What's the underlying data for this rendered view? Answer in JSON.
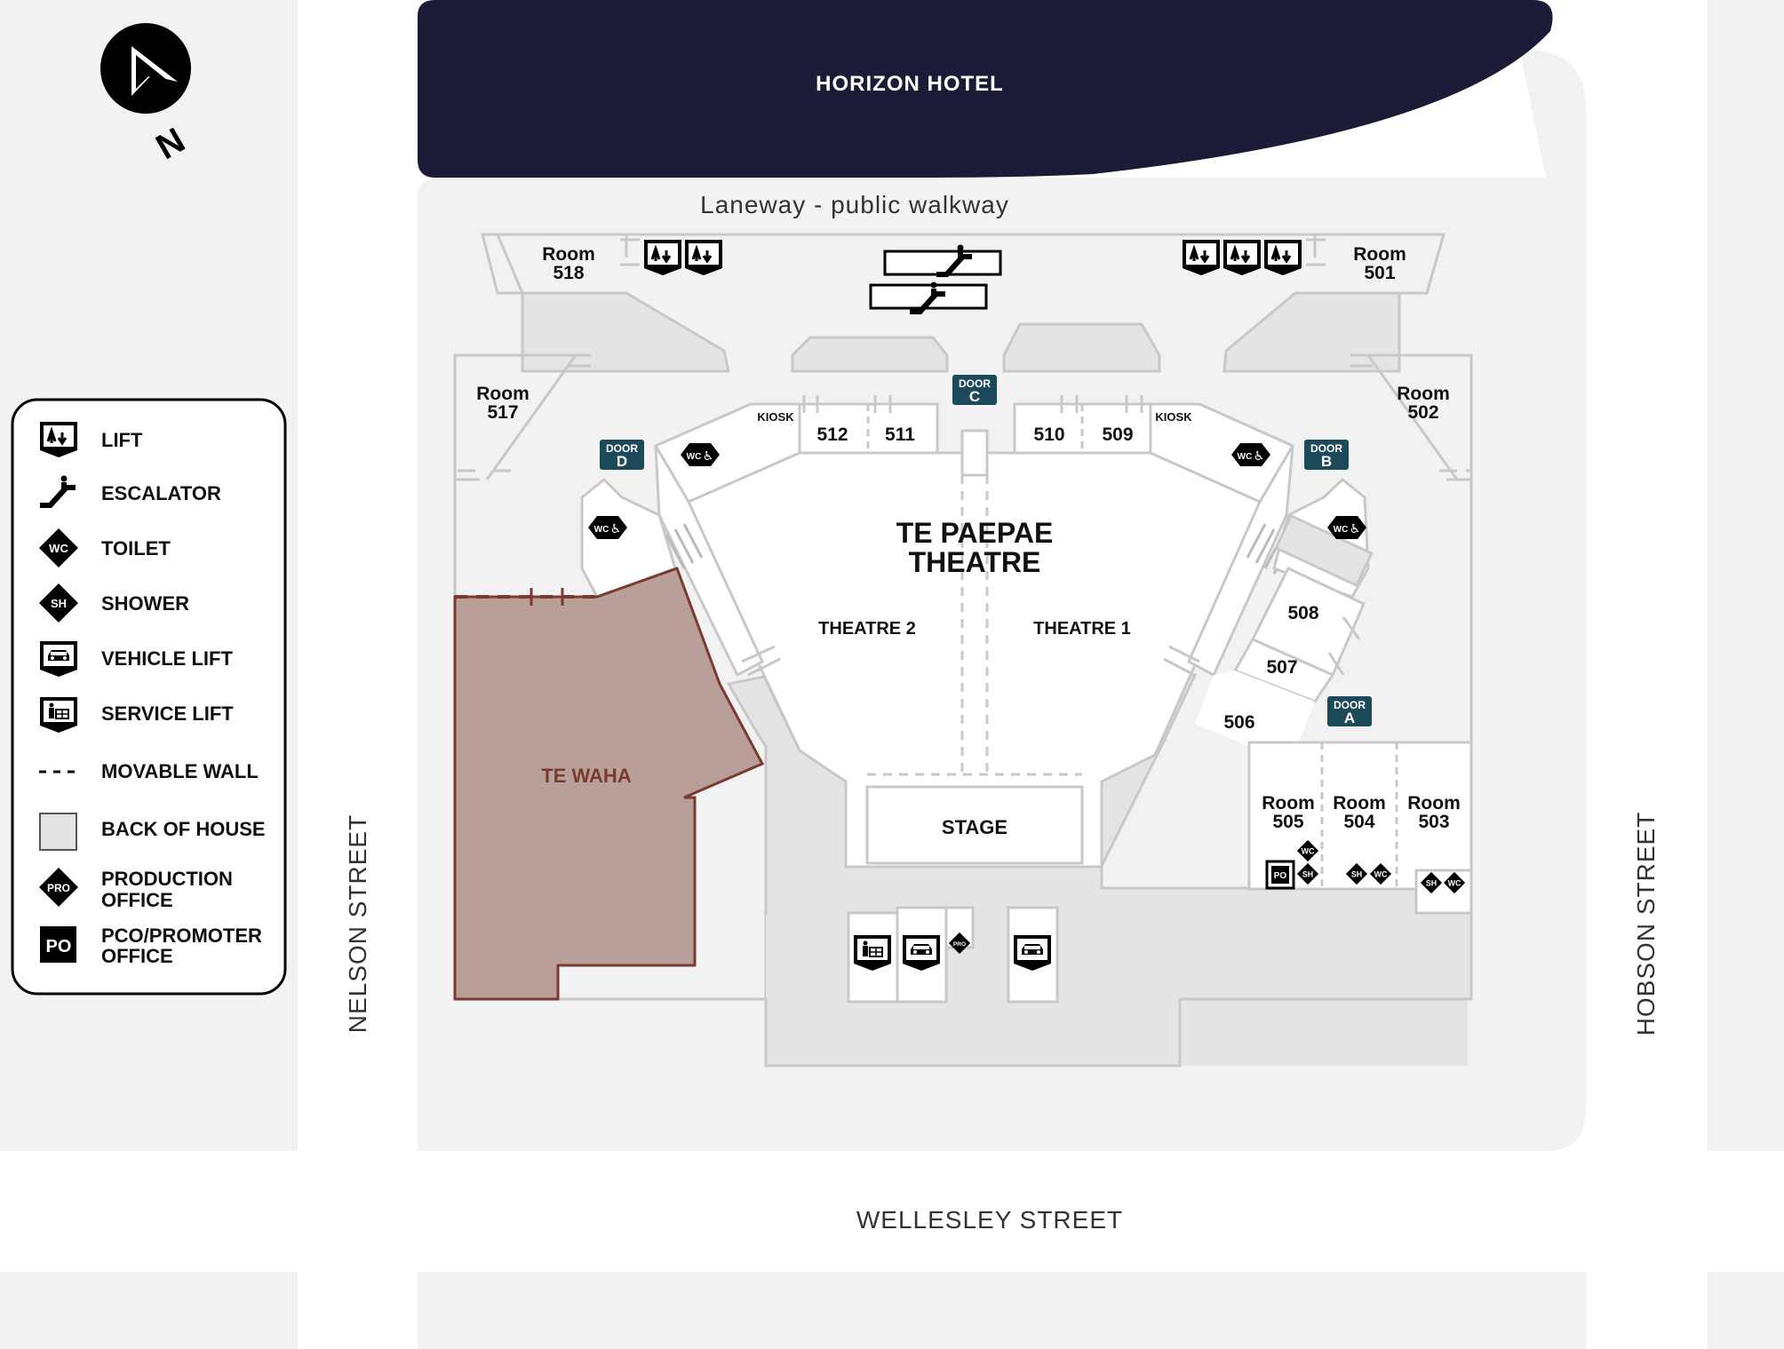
{
  "compass": {
    "north_label": "N"
  },
  "streets": {
    "west": "NELSON STREET",
    "east": "HOBSON STREET",
    "south": "WELLESLEY STREET"
  },
  "hotel": "HORIZON HOTEL",
  "laneway": "Laneway - public walkway",
  "venue": {
    "title_line1": "TE PAEPAE",
    "title_line2": "THEATRE",
    "theatre2": "THEATRE 2",
    "theatre1": "THEATRE 1",
    "stage": "STAGE",
    "te_waha": "TE WAHA",
    "kiosk_left": "KIOSK",
    "kiosk_right": "KIOSK"
  },
  "rooms": {
    "room518": {
      "line1": "Room",
      "line2": "518"
    },
    "room501": {
      "line1": "Room",
      "line2": "501"
    },
    "room517": {
      "line1": "Room",
      "line2": "517"
    },
    "room502": {
      "line1": "Room",
      "line2": "502"
    },
    "room505": {
      "line1": "Room",
      "line2": "505"
    },
    "room504": {
      "line1": "Room",
      "line2": "504"
    },
    "room503": {
      "line1": "Room",
      "line2": "503"
    },
    "r512": "512",
    "r511": "511",
    "r510": "510",
    "r509": "509",
    "r508": "508",
    "r507": "507",
    "r506": "506"
  },
  "doors": {
    "a": {
      "line1": "DOOR",
      "line2": "A"
    },
    "b": {
      "line1": "DOOR",
      "line2": "B"
    },
    "c": {
      "line1": "DOOR",
      "line2": "C"
    },
    "d": {
      "line1": "DOOR",
      "line2": "D"
    }
  },
  "icon_text": {
    "wc": "WC",
    "sh": "SH",
    "pro": "PRO",
    "po": "PO"
  },
  "legend": {
    "lift": "LIFT",
    "escalator": "ESCALATOR",
    "toilet": "TOILET",
    "shower": "SHOWER",
    "vehicle_lift": "VEHICLE LIFT",
    "service_lift": "SERVICE LIFT",
    "movable_wall": "MOVABLE WALL",
    "back_of_house": "BACK OF HOUSE",
    "production_line1": "PRODUCTION",
    "production_line2": "OFFICE",
    "pco_line1": "PCO/PROMOTER",
    "pco_line2": "OFFICE"
  },
  "colors": {
    "hotel": "#1c1b37",
    "te_waha_fill": "#b99f99",
    "te_waha_stroke": "#7a3a30",
    "door_badge": "#1d4a5a",
    "back_of_house": "#e4e4e4",
    "site_ground": "#f2f2f2"
  }
}
